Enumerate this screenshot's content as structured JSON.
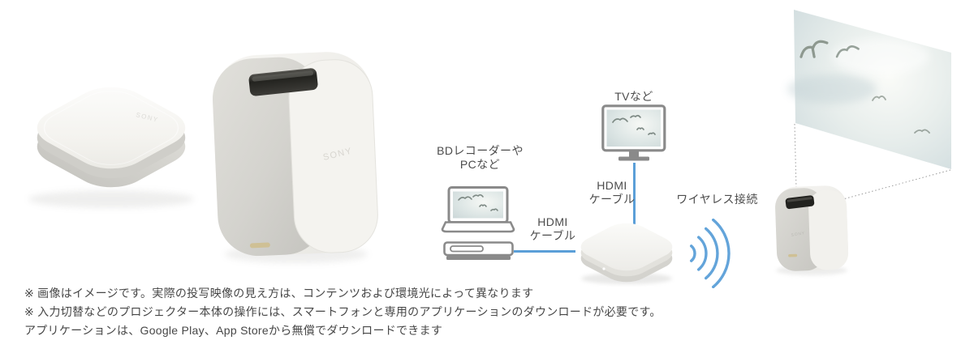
{
  "products": {
    "brand": "SONY"
  },
  "diagram": {
    "tv_label": "TVなど",
    "bd_label_line1": "BDレコーダーや",
    "bd_label_line2": "PCなど",
    "hdmi_tv": {
      "line1": "HDMI",
      "line2": "ケーブル"
    },
    "hdmi_bd": {
      "line1": "HDMI",
      "line2": "ケーブル"
    },
    "wireless_label": "ワイヤレス接続"
  },
  "footnotes": {
    "lines": [
      "※ 画像はイメージです。実際の投写映像の見え方は、コンテンツおよび環境光によって異なります",
      "※ 入力切替などのプロジェクター本体の操作には、スマートフォンと専用のアプリケーションのダウンロードが必要です。",
      "アプリケーションは、Google Play、App Storeから無償でダウンロードできます"
    ]
  },
  "colors": {
    "cable_blue": "#5b9fd8",
    "wifi_blue": "#63a4da",
    "label_gray": "#4c4c4c",
    "sky_tint": "#d5e0e2",
    "device_gray": "#8a8a8a"
  }
}
